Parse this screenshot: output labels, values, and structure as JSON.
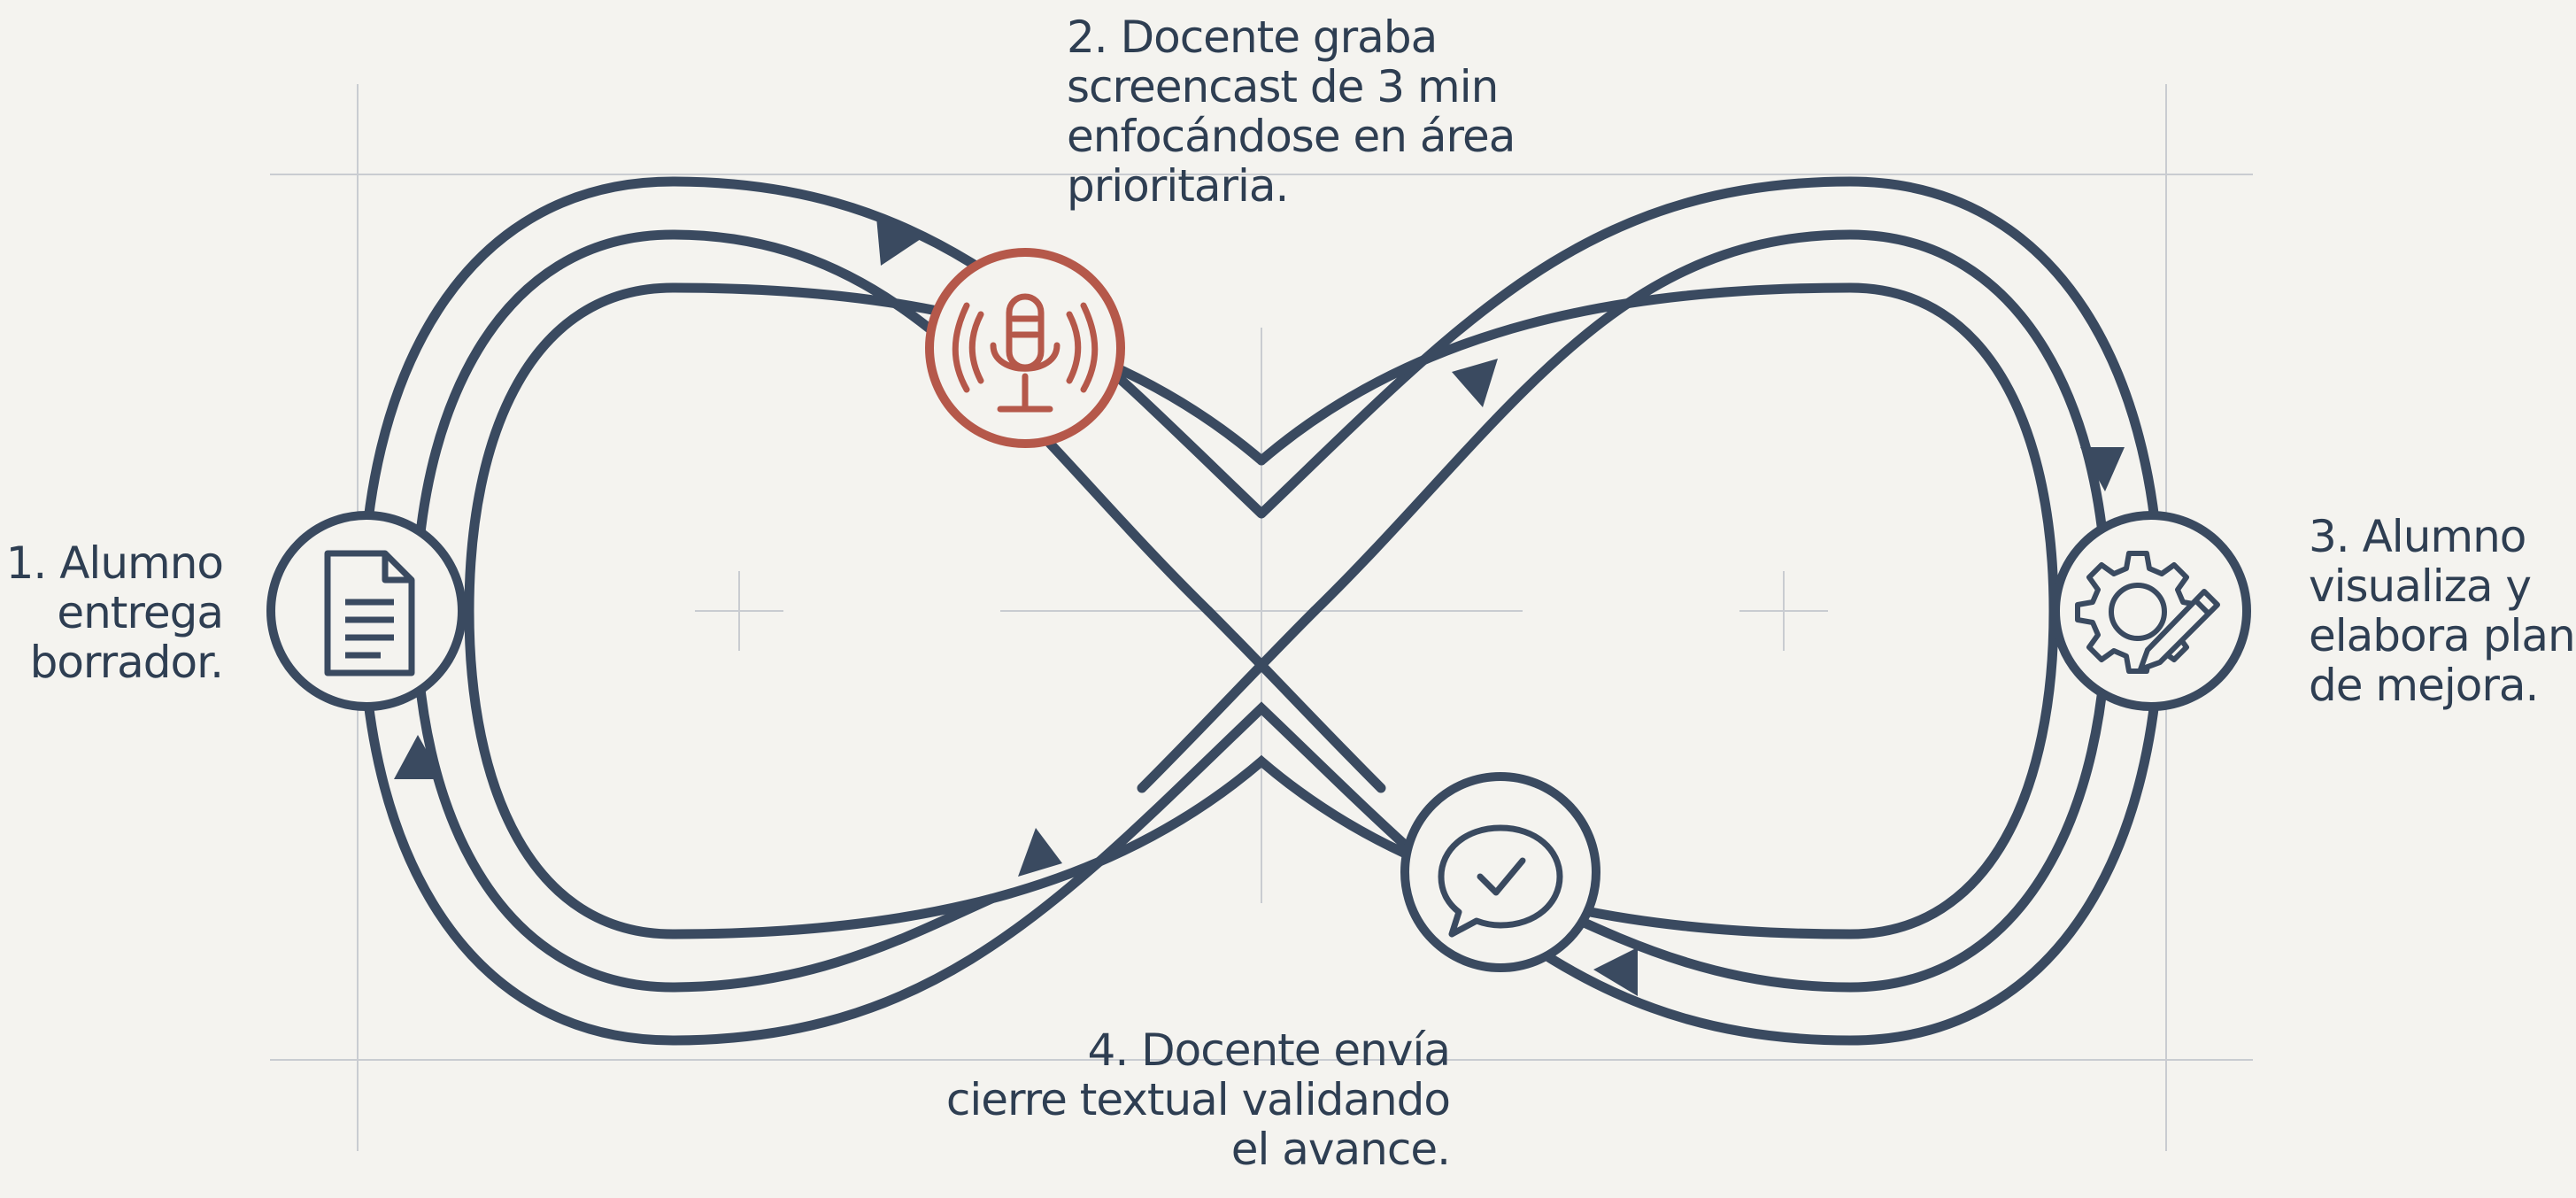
{
  "steps": [
    {
      "id": 1,
      "icon": "document-icon",
      "lines": [
        "1. Alumno",
        "entrega",
        "borrador."
      ]
    },
    {
      "id": 2,
      "icon": "microphone-icon",
      "lines": [
        "2. Docente graba",
        "screencast de 3 min",
        "enfocándose en área",
        "prioritaria."
      ]
    },
    {
      "id": 3,
      "icon": "gear-pencil-icon",
      "lines": [
        "3. Alumno",
        "visualiza y",
        "elabora plan",
        "de mejora."
      ]
    },
    {
      "id": 4,
      "icon": "chat-check-icon",
      "lines": [
        "4. Docente envía",
        "cierre textual validando",
        "el avance."
      ]
    }
  ],
  "colors": {
    "background": "#f4f3ef",
    "track": "#3a4a60",
    "accent": "#b5584a",
    "text": "#2e3e52",
    "guide": "#c9ccd1"
  }
}
